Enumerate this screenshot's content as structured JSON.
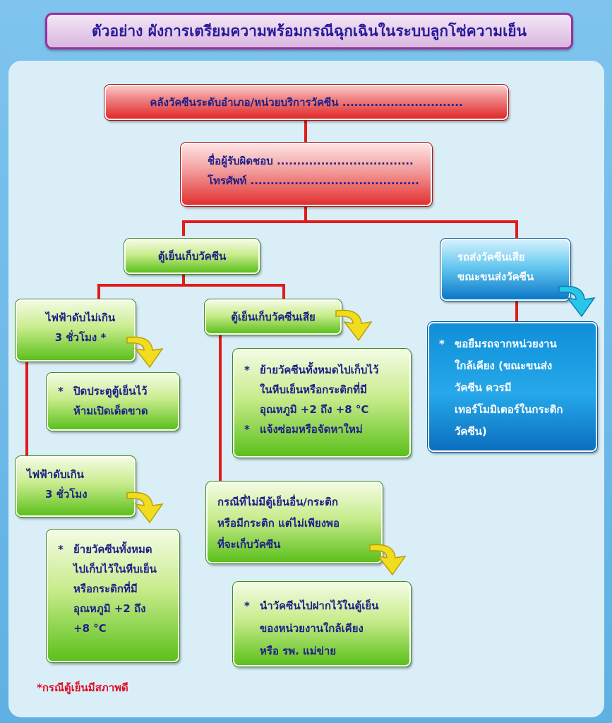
{
  "title": "ตัวอย่าง ผังการเตรียมความพร้อมกรณีฉุกเฉินในระบบลูกโซ่ความเย็น",
  "top_box": "คลังวัคซีนระดับอำเภอ/หน่วยบริการวัคซีน ..............................",
  "responsible_box": {
    "line1": "ชื่อผู้รับผิดชอบ ..................................",
    "line2": "โทรศัพท์ .........................................."
  },
  "fridge_box": "ตู้เย็นเก็บวัคซีน",
  "power_short_box": {
    "line1": "ไฟฟ้าดับไม่เกิน",
    "line2": "3 ชั่วโมง *"
  },
  "power_short_action": {
    "star": "*",
    "line1": "ปิดประตูตู้เย็นไว้",
    "line2": "ห้ามเปิดเด็ดขาด"
  },
  "power_long_box": {
    "line1": "ไฟฟ้าดับเกิน",
    "line2": "3 ชั่วโมง"
  },
  "power_long_action": {
    "star": "*",
    "lines": [
      "ย้ายวัคซีนทั้งหมด",
      "ไปเก็บไว้ในหีบเย็น",
      "หรือกระติกที่มี",
      "อุณหภูมิ +2 ถึง",
      "+8 °C"
    ]
  },
  "broken_fridge_box": "ตู้เย็นเก็บวัคซีนเสีย",
  "broken_fridge_action": {
    "item1": {
      "star": "*",
      "lines": [
        "ย้ายวัคซีนทั้งหมดไปเก็บไว้",
        "ในหีบเย็นหรือกระติกที่มี",
        "อุณหภูมิ +2 ถึง +8 °C"
      ]
    },
    "item2": {
      "star": "*",
      "lines": [
        "แจ้งซ่อมหรือจัดหาใหม่"
      ]
    }
  },
  "no_fridge_box": {
    "lines": [
      "กรณีที่ไม่มีตู้เย็นอื่น/กระติก",
      "หรือมีกระติก แต่ไม่เพียงพอ",
      "ที่จะเก็บวัคซีน"
    ]
  },
  "no_fridge_action": {
    "star": "*",
    "lines": [
      "นำวัคซีนไปฝากไว้ในตู้เย็น",
      "ของหน่วยงานใกล้เคียง",
      "หรือ รพ. แม่ข่าย"
    ]
  },
  "vehicle_box": {
    "line1": "รถส่งวัคซีนเสีย",
    "line2": "ขณะขนส่งวัคซีน"
  },
  "vehicle_action": {
    "star": "*",
    "lines": [
      "ขอยืมรถจากหน่วยงาน",
      "ใกล้เคียง (ขณะขนส่ง",
      "วัคซีน ควรมี",
      "เทอร์โมมิเตอร์ในกระติก",
      "วัคซีน)"
    ]
  },
  "footnote": "*กรณีตู้เย็นมีสภาพดี",
  "colors": {
    "connector": "#e21b1b",
    "arrow": "#f2dc1e",
    "arrow_blue": "#27c6ea",
    "text": "#1f1f88"
  }
}
